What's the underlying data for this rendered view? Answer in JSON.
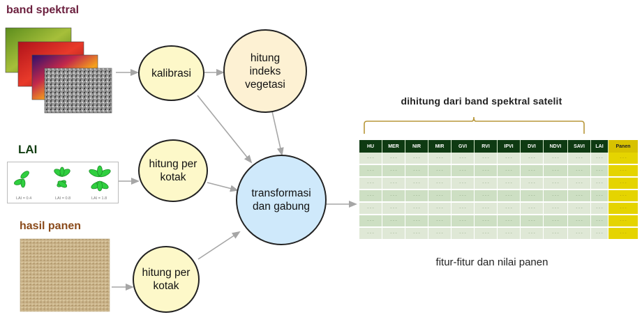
{
  "inputs": {
    "band": {
      "label": "band spektral"
    },
    "lai": {
      "label": "LAI",
      "captions": [
        "LAI = 0.4",
        "LAI = 0.8",
        "LAI = 1.8"
      ]
    },
    "panen": {
      "label": "hasil panen"
    }
  },
  "nodes": {
    "kalibrasi": "kalibrasi",
    "indeks": "hitung\nindeks\nvegetasi",
    "kotak_lai": "hitung per\nkotak",
    "kotak_panen": "hitung per\nkotak",
    "gabung": "transformasi\ndan gabung"
  },
  "table": {
    "bracket_caption": "dihitung dari band spektral satelit",
    "headers": [
      "HU",
      "MER",
      "NIR",
      "MIR",
      "GVI",
      "RVI",
      "IPVI",
      "DVI",
      "NDVI",
      "SAVI",
      "LAI"
    ],
    "target_header": "Panen",
    "cell_text": "- - -",
    "row_count": 7,
    "caption": "fitur-fitur dan nilai panen"
  },
  "colors": {
    "node_yellow": "#fdf8c9",
    "node_peach": "#fdf1d3",
    "node_blue": "#cfe9fb",
    "header_green": "#0e3a12",
    "panen_yellow": "#e5d400",
    "bracket": "#b8973a",
    "arrow": "#a6a6a6"
  }
}
